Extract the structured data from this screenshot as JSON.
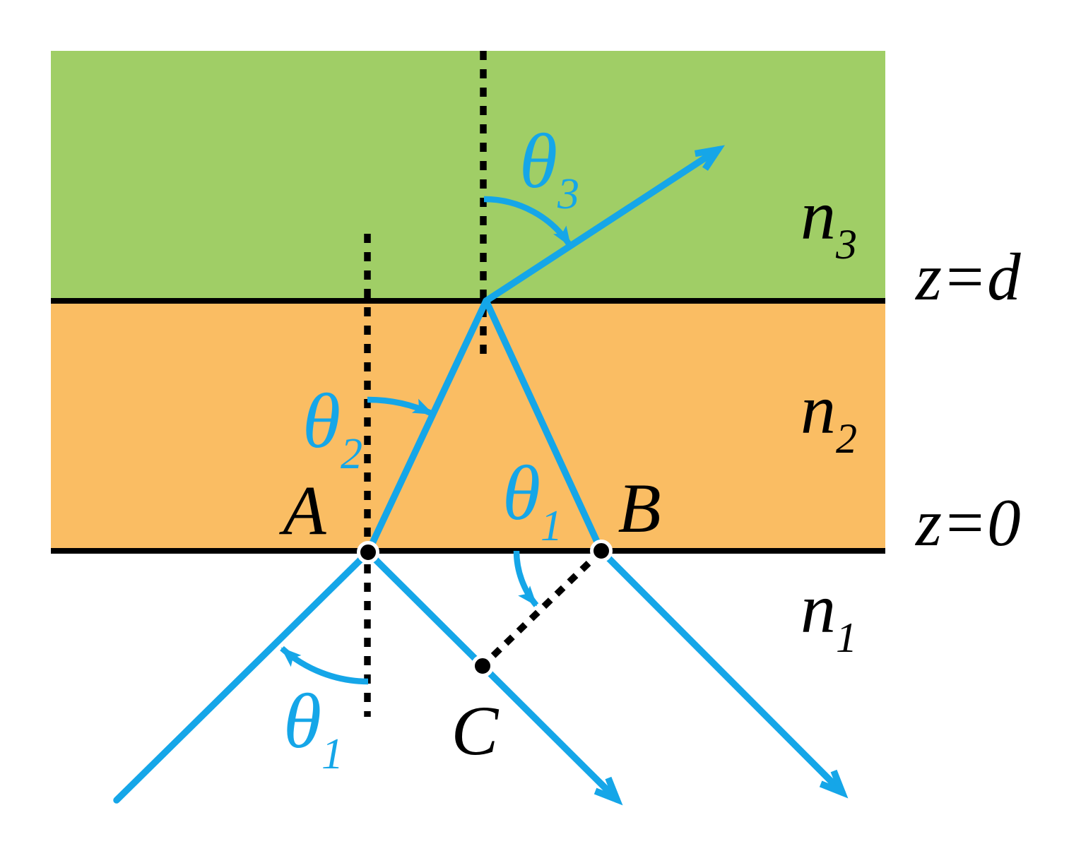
{
  "figure": {
    "description": "Refraction and reflection of a light ray through three stacked media",
    "background": "#ffffff",
    "colors": {
      "medium3_fill": "#a0ce66",
      "medium2_fill": "#fabd63",
      "ray": "#15a6e8",
      "line": "#000000"
    },
    "media": {
      "n3": {
        "base": "n",
        "sub": "3"
      },
      "n2": {
        "base": "n",
        "sub": "2"
      },
      "n1": {
        "base": "n",
        "sub": "1"
      }
    },
    "interfaces": {
      "upper": "z=d",
      "lower": "z=0"
    },
    "points": {
      "A": "A",
      "B": "B",
      "C": "C"
    },
    "angles": {
      "theta3": {
        "base": "θ",
        "sub": "3"
      },
      "theta2": {
        "base": "θ",
        "sub": "2"
      },
      "theta1_at_b": {
        "base": "θ",
        "sub": "1"
      },
      "theta1_incident": {
        "base": "θ",
        "sub": "1"
      }
    }
  }
}
